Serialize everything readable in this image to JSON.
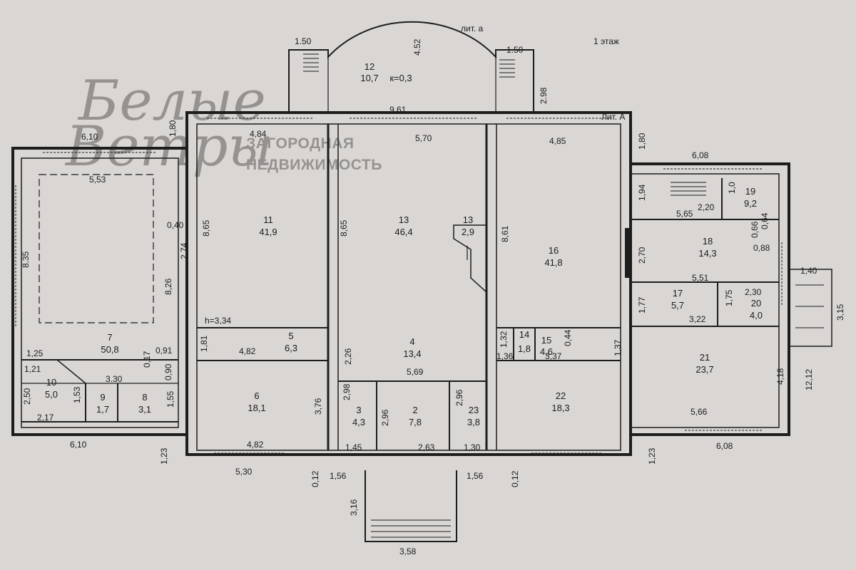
{
  "watermark": {
    "logo_line1": "Белые",
    "logo_line2": "Ветры",
    "line1": "ЗАГОРОДНАЯ",
    "line2": "НЕДВИЖИМОСТЬ"
  },
  "labels": {
    "floor": "1 этаж",
    "lit_a_small": "лит. а",
    "lit_a_big": "Лит. А",
    "ceiling_height": "h=3,34"
  },
  "rooms": {
    "r12": {
      "num": "12",
      "area": "10,7",
      "note": "к=0,3"
    },
    "r11": {
      "num": "11",
      "area": "41,9"
    },
    "r13a": {
      "num": "13",
      "area": "46,4"
    },
    "r13b": {
      "num": "13",
      "area": "2,9"
    },
    "r16": {
      "num": "16",
      "area": "41,8"
    },
    "r19": {
      "num": "19",
      "area": "9,2"
    },
    "r18": {
      "num": "18",
      "area": "14,3"
    },
    "r17": {
      "num": "17",
      "area": "5,7"
    },
    "r20": {
      "num": "20",
      "area": "4,0"
    },
    "r7": {
      "num": "7",
      "area": "50,8"
    },
    "r5": {
      "num": "5",
      "area": "6,3"
    },
    "r4": {
      "num": "4",
      "area": "13,4"
    },
    "r14": {
      "num": "14",
      "area": "1,8"
    },
    "r15": {
      "num": "15",
      "area": "4,6"
    },
    "r21": {
      "num": "21",
      "area": "23,7"
    },
    "r10": {
      "num": "10",
      "area": "5,0"
    },
    "r9": {
      "num": "9",
      "area": "1,7"
    },
    "r8": {
      "num": "8",
      "area": "3,1"
    },
    "r6": {
      "num": "6",
      "area": "18,1"
    },
    "r3": {
      "num": "3",
      "area": "4,3"
    },
    "r2": {
      "num": "2",
      "area": "7,8"
    },
    "r23": {
      "num": "23",
      "area": "3,8"
    },
    "r22": {
      "num": "22",
      "area": "18,3"
    }
  },
  "dims": {
    "d150a": "1.50",
    "d452": "4.52",
    "d150b": "1.50",
    "d298": "2.98",
    "d961": "9.61",
    "d610top": "6,10",
    "d180l": "1,80",
    "d484": "4,84",
    "d570": "5,70",
    "d485": "4,85",
    "d180r": "1,80",
    "d608top": "6,08",
    "d553": "5,53",
    "d865a": "8,65",
    "d865b": "8,65",
    "d861": "8,61",
    "d040": "0,40",
    "d274": "2,74",
    "d835": "8.35",
    "d826": "8,26",
    "d194": "1,94",
    "d10": "1,0",
    "d220": "2,20",
    "d565": "5,65",
    "d064": "0,64",
    "d066": "0,66",
    "d088": "0,88",
    "d270": "2,70",
    "d551": "5,51",
    "d140": "1,40",
    "d315": "3,15",
    "d177": "1,77",
    "d175": "1,75",
    "d230": "2,30",
    "d322": "3,22",
    "d181": "1,81",
    "d132": "1,32",
    "d044": "0,44",
    "d125": "1,25",
    "d017": "0,17",
    "d091": "0,91",
    "d482a": "4,82",
    "d226": "2,26",
    "d136": "1,36",
    "d337": "3,37",
    "d137": "1,37",
    "d1212": "12,12",
    "d121": "1,21",
    "d330": "3.30",
    "d090": "0,90",
    "d569": "5,69",
    "d418": "4,18",
    "d250": "2,50",
    "d153": "1,53",
    "d155": "1,55",
    "d376": "3,76",
    "d298b": "2,98",
    "d296a": "2,96",
    "d296b": "2,96",
    "d217": "2,17",
    "d566": "5,66",
    "d610bot": "6,10",
    "d482b": "4,82",
    "d145": "1,45",
    "d263": "2,63",
    "d130": "1,30",
    "d608bot": "6,08",
    "d123a": "1,23",
    "d123b": "1,23",
    "d530": "5,30",
    "d012a": "0,12",
    "d156a": "1,56",
    "d156b": "1,56",
    "d012b": "0,12",
    "d316": "3,16",
    "d358": "3,58"
  },
  "colors": {
    "paper": "#d9d6d4",
    "ink": "#1d1d1d",
    "watermark": "#8a8785"
  }
}
